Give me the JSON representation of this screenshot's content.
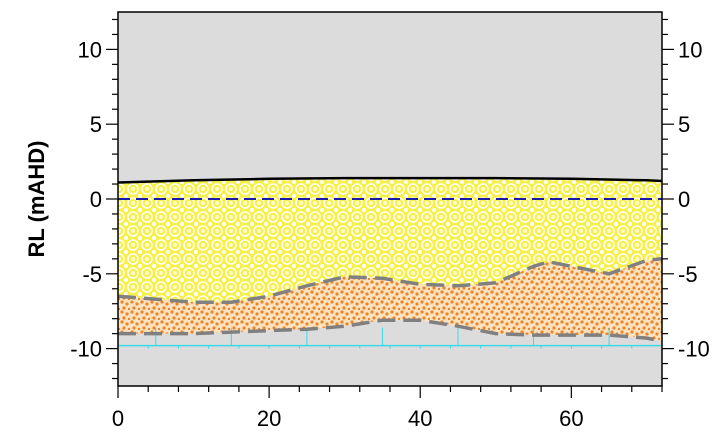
{
  "chart_data": {
    "type": "area",
    "title": "",
    "ylabel": "RL (mAHD)",
    "xlabel": "",
    "xlim": [
      0,
      72
    ],
    "ylim": [
      -12.5,
      12.5
    ],
    "x_ticks": [
      0,
      20,
      40,
      60
    ],
    "y_ticks": [
      10,
      5,
      0,
      -5,
      -10
    ],
    "y_tick_labels_left": [
      "10",
      "5",
      "0",
      "-5",
      "-10"
    ],
    "y_tick_labels_right": [
      "10",
      "5",
      "0",
      "-5",
      "-10"
    ],
    "grid": false,
    "colors": {
      "background": "#dcdcdc",
      "sand": "#f7f04a",
      "sand_pattern": "#ffffff",
      "gravelly_sand": "#ffe2c0",
      "gravel_dots": "#e8862a",
      "rock": "#dcdcdc",
      "rock_lines": "#3dd8e8",
      "ground_line": "#000000",
      "water_line": "#1a1aa8",
      "boundary_line": "#808080"
    },
    "series": [
      {
        "type": "line",
        "x": [
          0,
          10,
          20,
          30,
          40,
          50,
          60,
          70,
          72
        ],
        "values": [
          1.1,
          1.25,
          1.35,
          1.4,
          1.4,
          1.4,
          1.35,
          1.25,
          1.2
        ]
      },
      {
        "type": "line",
        "x": [
          0,
          72
        ],
        "values": [
          0,
          0
        ]
      },
      {
        "type": "line",
        "x": [
          0,
          5,
          10,
          15,
          20,
          25,
          30,
          35,
          40,
          45,
          50,
          55,
          57,
          60,
          65,
          70,
          72
        ],
        "values": [
          -6.5,
          -6.7,
          -6.9,
          -6.9,
          -6.5,
          -5.8,
          -5.2,
          -5.3,
          -5.7,
          -5.8,
          -5.6,
          -4.5,
          -4.2,
          -4.5,
          -5.0,
          -4.1,
          -4.0
        ]
      },
      {
        "type": "line",
        "x": [
          0,
          5,
          10,
          15,
          20,
          25,
          30,
          35,
          40,
          45,
          50,
          55,
          60,
          65,
          70,
          72
        ],
        "values": [
          -9.0,
          -9.0,
          -9.0,
          -8.9,
          -8.8,
          -8.7,
          -8.5,
          -8.1,
          -8.1,
          -8.5,
          -9.0,
          -9.1,
          -9.1,
          -9.1,
          -9.3,
          -9.5
        ]
      },
      {
        "type": "line",
        "x": [
          0,
          72
        ],
        "values": [
          -9.8,
          -9.8
        ]
      }
    ]
  }
}
